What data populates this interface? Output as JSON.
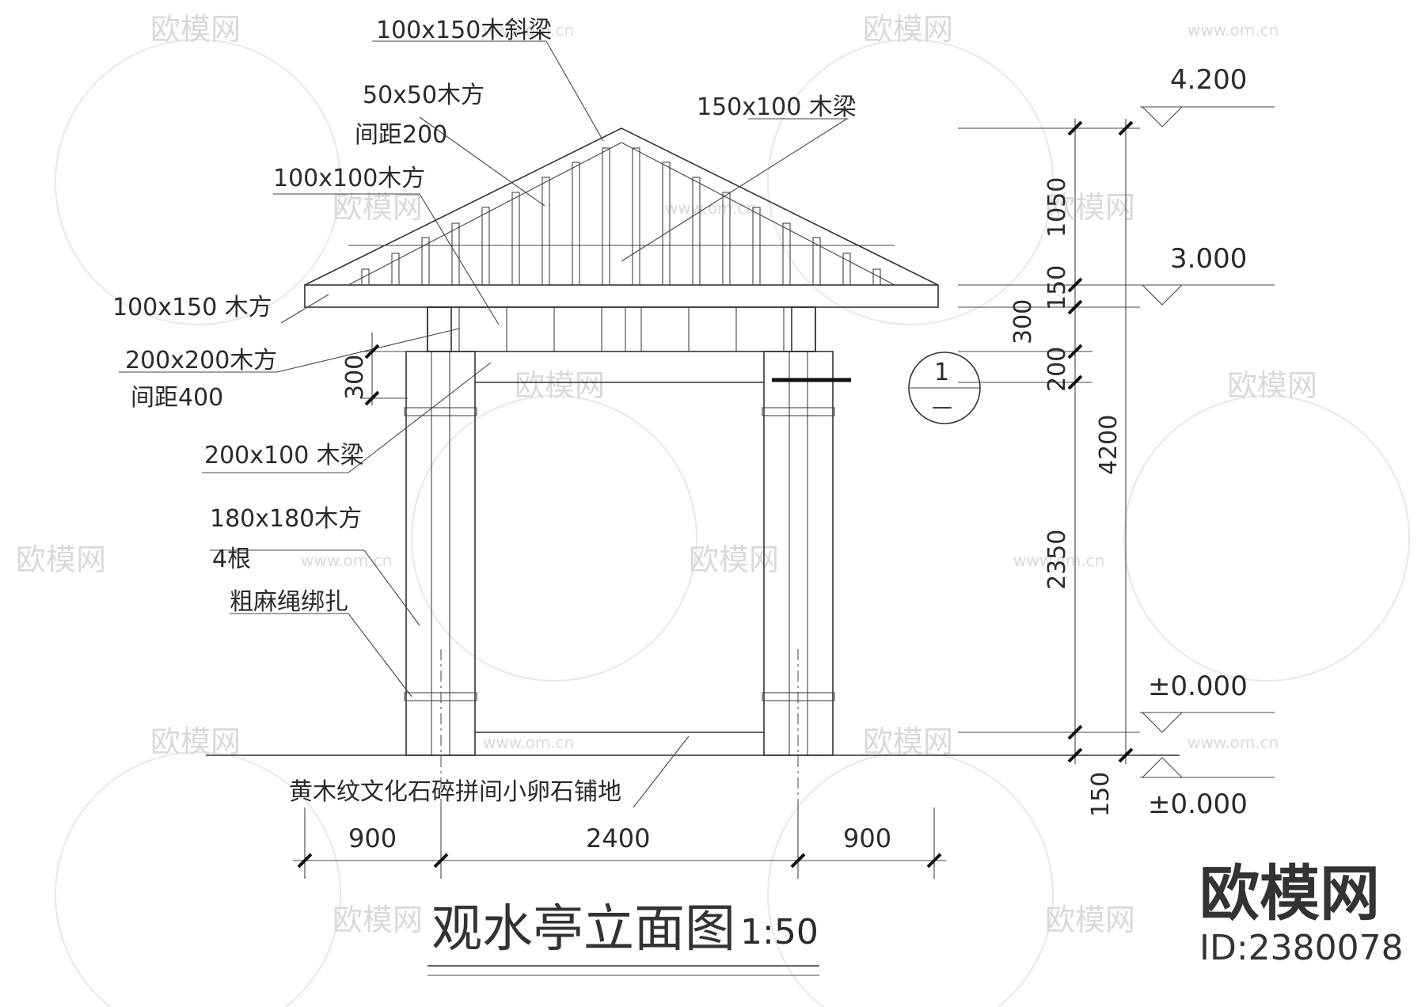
{
  "watermark": {
    "brand": "欧模网",
    "site": "www.om.cn"
  },
  "logo": {
    "brand": "欧模网",
    "id": "ID:2380078"
  },
  "title": {
    "text": "观水亭立面图",
    "scale": "1:50"
  },
  "labels": {
    "rafter_diag": "100x150木斜梁",
    "batten": "50x50木方",
    "batten_spacing": "间距200",
    "beam_top": "150x100 木梁",
    "square_100": "100x100木方",
    "eave_150": "100x150 木方",
    "square_200": "200x200木方",
    "square_200_spacing": "间距400",
    "beam_200x100": "200x100 木梁",
    "column": "180x180木方",
    "column_count": "4根",
    "rope": "粗麻绳绑扎",
    "paving": "黄木纹文化石碎拼间小卵石铺地"
  },
  "dimensions": {
    "h_left": "900",
    "h_mid": "2400",
    "h_right": "900",
    "v_1050": "1050",
    "v_150a": "150",
    "v_300": "300",
    "v_200": "200",
    "v_2350": "2350",
    "v_4200": "4200",
    "v_150b": "150",
    "v_300_left": "300"
  },
  "elevations": {
    "top": "4.200",
    "mid": "3.000",
    "ground": "±0.000",
    "base": "±0.000"
  },
  "section_marker": {
    "top": "1",
    "bottom": "—"
  }
}
